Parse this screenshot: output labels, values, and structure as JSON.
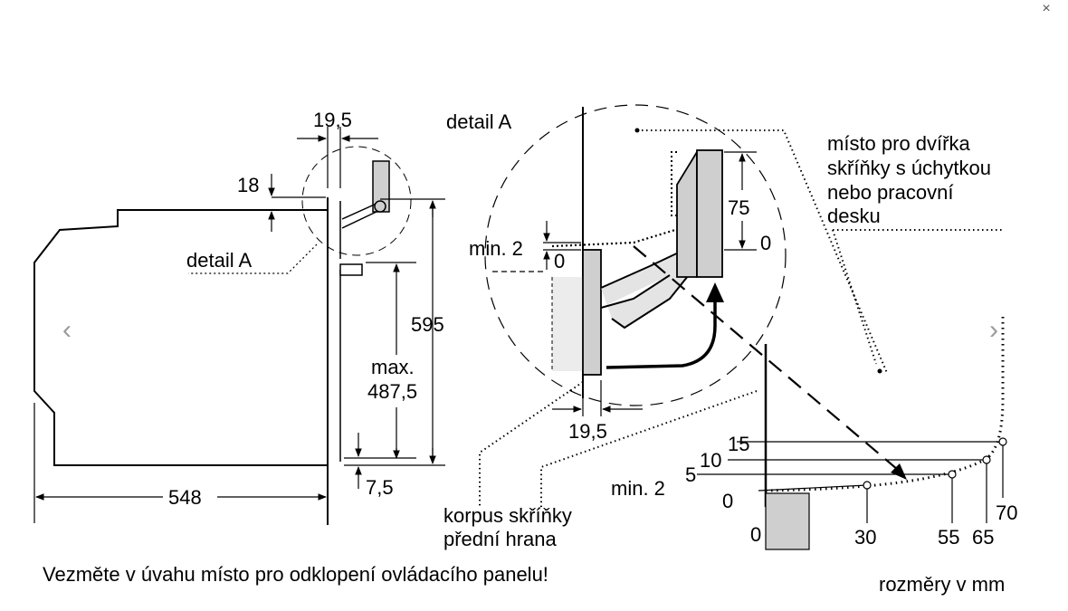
{
  "viewer": {
    "close_icon": "×",
    "prev_icon": "‹",
    "next_icon": "›"
  },
  "drawing": {
    "dim_19_5_top": "19,5",
    "dim_18": "18",
    "detail_a_left": "detail A",
    "dim_595": "595",
    "dim_max": "max.",
    "dim_487_5": "487,5",
    "dim_548": "548",
    "dim_7_5": "7,5",
    "detail_a_title": "detail A",
    "min_2_detail": "min. 2",
    "zero_detail": "0",
    "dim_19_5_bottom": "19,5",
    "dim_75": "75",
    "zero_right": "0",
    "door_note_1": "místo pro dvířka",
    "door_note_2": "skříňky s úchytkou",
    "door_note_3": "nebo pracovní",
    "door_note_4": "desku",
    "cabinet_1": "korpus skříňky",
    "cabinet_2": "přední hrana",
    "arc_15": "15",
    "arc_10": "10",
    "arc_5": "5",
    "arc_min2": "min. 2",
    "arc_0": "0",
    "x_0": "0",
    "x_30": "30",
    "x_55": "55",
    "x_65": "65",
    "x_70": "70",
    "footer_note": "Vezměte v úvahu místo pro odklopení ovládacího panelu!",
    "units": "rozměry v mm"
  }
}
